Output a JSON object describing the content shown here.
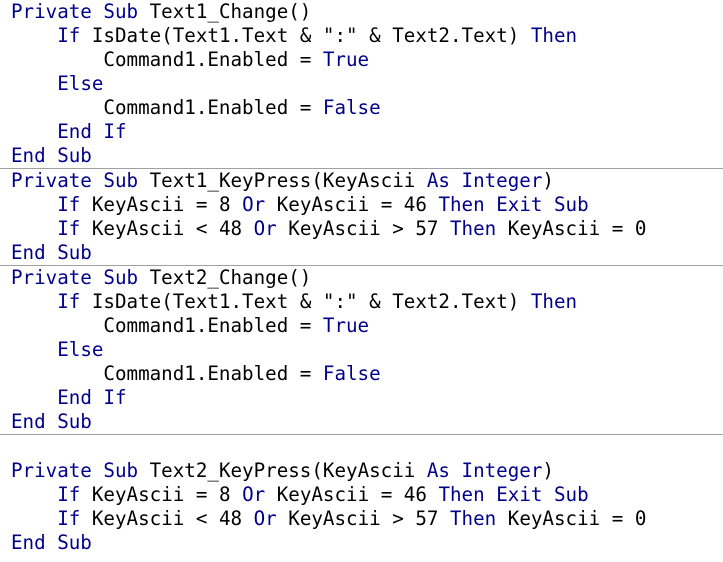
{
  "colors": {
    "keyword": "#00008b",
    "text": "#000000",
    "separator": "#a0a0a0",
    "background": "#ffffff"
  },
  "procedures": [
    {
      "lines": [
        [
          [
            "kw",
            "Private Sub"
          ],
          [
            "t",
            " Text1_Change()"
          ]
        ],
        [
          [
            "t",
            "    "
          ],
          [
            "kw",
            "If"
          ],
          [
            "t",
            " IsDate(Text1.Text & \":\" & Text2.Text) "
          ],
          [
            "kw",
            "Then"
          ]
        ],
        [
          [
            "t",
            "        Command1.Enabled = "
          ],
          [
            "kw",
            "True"
          ]
        ],
        [
          [
            "t",
            "    "
          ],
          [
            "kw",
            "Else"
          ]
        ],
        [
          [
            "t",
            "        Command1.Enabled = "
          ],
          [
            "kw",
            "False"
          ]
        ],
        [
          [
            "t",
            "    "
          ],
          [
            "kw",
            "End If"
          ]
        ],
        [
          [
            "kw",
            "End Sub"
          ]
        ]
      ]
    },
    {
      "lines": [
        [
          [
            "kw",
            "Private Sub"
          ],
          [
            "t",
            " Text1_KeyPress(KeyAscii "
          ],
          [
            "kw",
            "As Integer"
          ],
          [
            "t",
            ")"
          ]
        ],
        [
          [
            "t",
            "    "
          ],
          [
            "kw",
            "If"
          ],
          [
            "t",
            " KeyAscii = 8 "
          ],
          [
            "kw",
            "Or"
          ],
          [
            "t",
            " KeyAscii = 46 "
          ],
          [
            "kw",
            "Then Exit Sub"
          ]
        ],
        [
          [
            "t",
            "    "
          ],
          [
            "kw",
            "If"
          ],
          [
            "t",
            " KeyAscii < 48 "
          ],
          [
            "kw",
            "Or"
          ],
          [
            "t",
            " KeyAscii > 57 "
          ],
          [
            "kw",
            "Then"
          ],
          [
            "t",
            " KeyAscii = 0"
          ]
        ],
        [
          [
            "kw",
            "End Sub"
          ]
        ]
      ]
    },
    {
      "lines": [
        [
          [
            "kw",
            "Private Sub"
          ],
          [
            "t",
            " Text2_Change()"
          ]
        ],
        [
          [
            "t",
            "    "
          ],
          [
            "kw",
            "If"
          ],
          [
            "t",
            " IsDate(Text1.Text & \":\" & Text2.Text) "
          ],
          [
            "kw",
            "Then"
          ]
        ],
        [
          [
            "t",
            "        Command1.Enabled = "
          ],
          [
            "kw",
            "True"
          ]
        ],
        [
          [
            "t",
            "    "
          ],
          [
            "kw",
            "Else"
          ]
        ],
        [
          [
            "t",
            "        Command1.Enabled = "
          ],
          [
            "kw",
            "False"
          ]
        ],
        [
          [
            "t",
            "    "
          ],
          [
            "kw",
            "End If"
          ]
        ],
        [
          [
            "kw",
            "End Sub"
          ]
        ]
      ]
    },
    {
      "lines": [
        [
          [
            "t",
            ""
          ]
        ],
        [
          [
            "kw",
            "Private Sub"
          ],
          [
            "t",
            " Text2_KeyPress(KeyAscii "
          ],
          [
            "kw",
            "As Integer"
          ],
          [
            "t",
            ")"
          ]
        ],
        [
          [
            "t",
            "    "
          ],
          [
            "kw",
            "If"
          ],
          [
            "t",
            " KeyAscii = 8 "
          ],
          [
            "kw",
            "Or"
          ],
          [
            "t",
            " KeyAscii = 46 "
          ],
          [
            "kw",
            "Then Exit Sub"
          ]
        ],
        [
          [
            "t",
            "    "
          ],
          [
            "kw",
            "If"
          ],
          [
            "t",
            " KeyAscii < 48 "
          ],
          [
            "kw",
            "Or"
          ],
          [
            "t",
            " KeyAscii > 57 "
          ],
          [
            "kw",
            "Then"
          ],
          [
            "t",
            " KeyAscii = 0"
          ]
        ],
        [
          [
            "kw",
            "End Sub"
          ]
        ]
      ]
    }
  ]
}
